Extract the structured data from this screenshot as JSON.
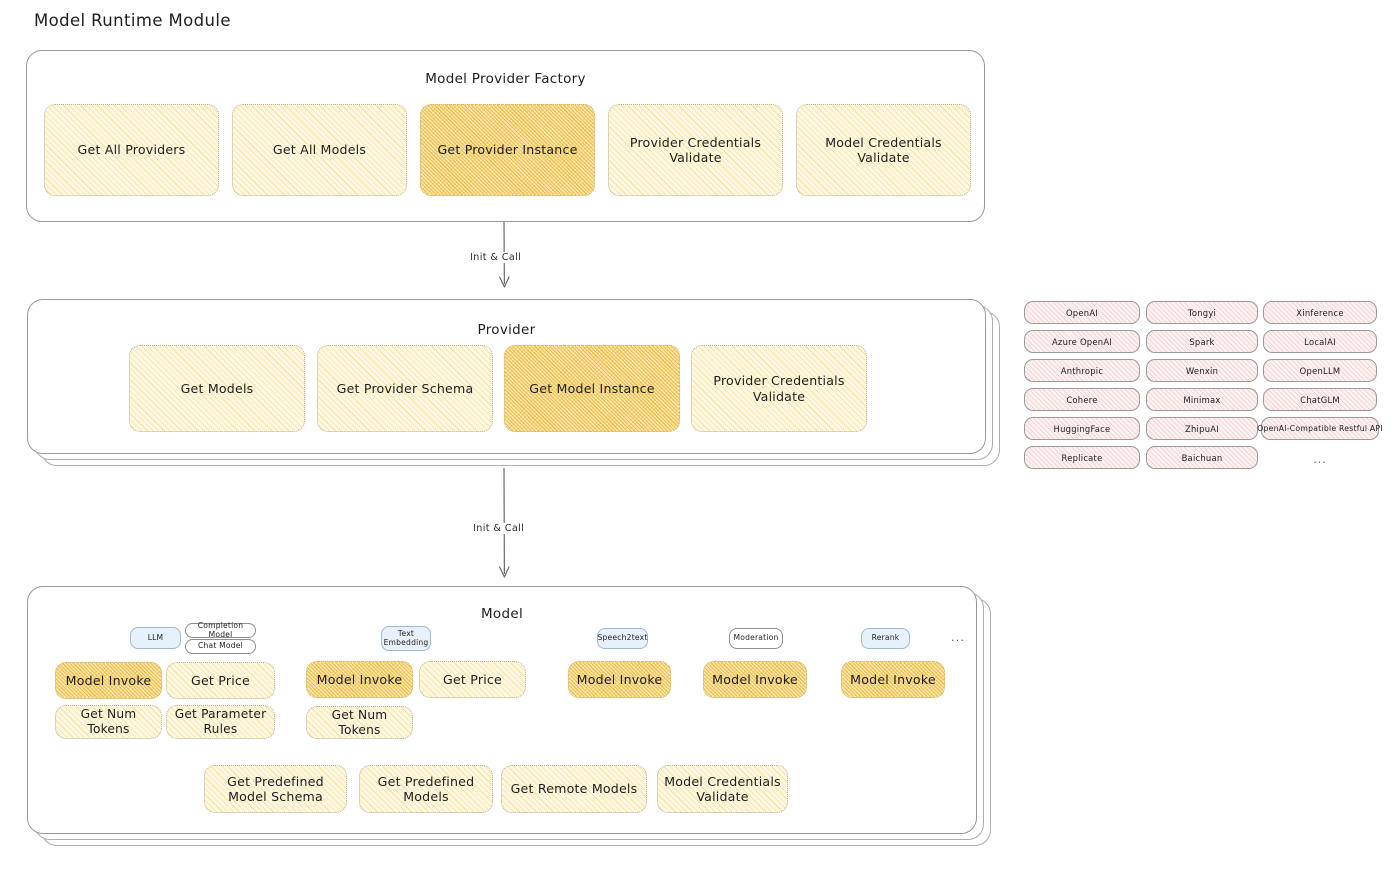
{
  "page": {
    "title": "Model Runtime Module",
    "background": "#ffffff",
    "accent_amber": "#f4c430",
    "accent_amber_highlight": "#ebad16",
    "accent_pink": "#e07878",
    "accent_blue": "#e7f1fb"
  },
  "factory": {
    "title": "Model Provider Factory",
    "items": [
      {
        "label": "Get All Providers",
        "highlighted": false
      },
      {
        "label": "Get All Models",
        "highlighted": false
      },
      {
        "label": "Get Provider Instance",
        "highlighted": true
      },
      {
        "label": "Provider Credentials Validate",
        "highlighted": false
      },
      {
        "label": "Model Credentials Validate",
        "highlighted": false
      }
    ]
  },
  "arrows": [
    {
      "label": "Init & Call",
      "from": "factory",
      "to": "provider"
    },
    {
      "label": "Init & Call",
      "from": "provider",
      "to": "model"
    }
  ],
  "provider": {
    "title": "Provider",
    "stack_layers": 3,
    "items": [
      {
        "label": "Get Models",
        "highlighted": false
      },
      {
        "label": "Get Provider Schema",
        "highlighted": false
      },
      {
        "label": "Get Model Instance",
        "highlighted": true
      },
      {
        "label": "Provider Credentials Validate",
        "highlighted": false
      }
    ]
  },
  "provider_list": {
    "columns": [
      {
        "items": [
          "OpenAI",
          "Azure OpenAI",
          "Anthropic",
          "Cohere",
          "HuggingFace",
          "Replicate"
        ],
        "ellipsis": false
      },
      {
        "items": [
          "Tongyi",
          "Spark",
          "Wenxin",
          "Minimax",
          "ZhipuAI",
          "Baichuan"
        ],
        "ellipsis": false
      },
      {
        "items": [
          "Xinference",
          "LocalAI",
          "OpenLLM",
          "ChatGLM",
          "OpenAI-Compatible Restful API"
        ],
        "ellipsis": true
      }
    ],
    "ellipsis_label": "..."
  },
  "model": {
    "title": "Model",
    "stack_layers": 3,
    "overflow_ellipsis": "...",
    "types": [
      {
        "name": "LLM",
        "badge_style": "blue",
        "sub_badges": [
          "Completion Model",
          "Chat Model"
        ],
        "functions": [
          {
            "label": "Model Invoke",
            "highlighted": true
          },
          {
            "label": "Get Price",
            "highlighted": false
          },
          {
            "label": "Get Num Tokens",
            "highlighted": false
          },
          {
            "label": "Get Parameter Rules",
            "highlighted": false
          }
        ]
      },
      {
        "name": "Text Embedding",
        "badge_style": "blue",
        "sub_badges": [],
        "functions": [
          {
            "label": "Model Invoke",
            "highlighted": true
          },
          {
            "label": "Get Price",
            "highlighted": false
          },
          {
            "label": "Get Num Tokens",
            "highlighted": false
          }
        ]
      },
      {
        "name": "Speech2text",
        "badge_style": "blue",
        "sub_badges": [],
        "functions": [
          {
            "label": "Model Invoke",
            "highlighted": true
          }
        ]
      },
      {
        "name": "Moderation",
        "badge_style": "white",
        "sub_badges": [],
        "functions": [
          {
            "label": "Model Invoke",
            "highlighted": true
          }
        ]
      },
      {
        "name": "Rerank",
        "badge_style": "blue",
        "sub_badges": [],
        "functions": [
          {
            "label": "Model Invoke",
            "highlighted": true
          }
        ]
      }
    ],
    "shared_functions": [
      {
        "label": "Get Predefined Model Schema"
      },
      {
        "label": "Get Predefined Models"
      },
      {
        "label": "Get Remote Models"
      },
      {
        "label": "Model Credentials Validate"
      }
    ]
  }
}
